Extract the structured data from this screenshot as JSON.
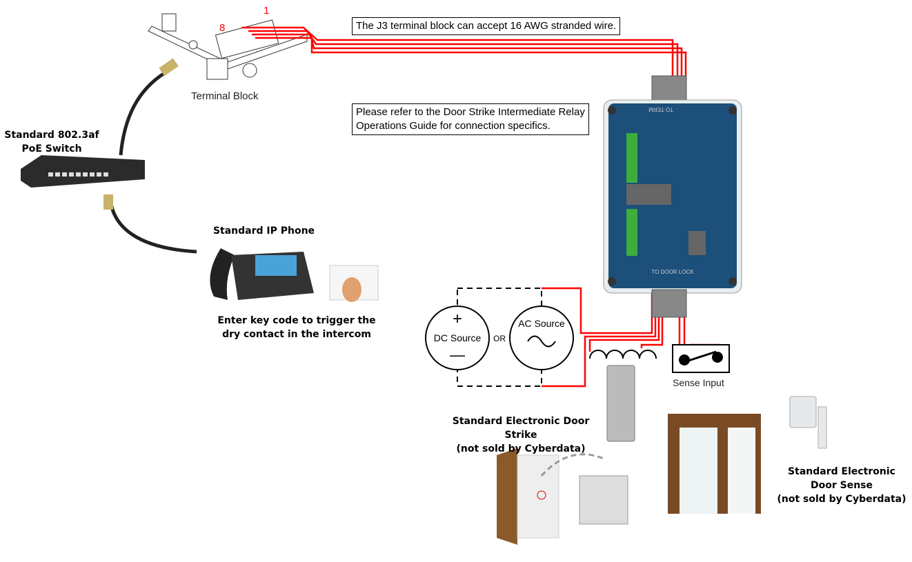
{
  "notes": {
    "j3": "The J3 terminal block can accept 16 AWG stranded wire.",
    "refer_line1": "Please refer to the Door Strike Intermediate Relay",
    "refer_line2": "Operations Guide for connection specifics."
  },
  "terminal_block": {
    "label": "Terminal Block",
    "pin_first": "1",
    "pin_last": "8"
  },
  "poe_switch": {
    "line1": "Standard 802.3af",
    "line2": "PoE Switch"
  },
  "ip_phone": {
    "title": "Standard IP Phone",
    "caption1": "Enter key code to trigger the",
    "caption2": "dry contact in the intercom"
  },
  "power": {
    "dc_label": "DC Source",
    "dc_plus": "+",
    "dc_minus": "—",
    "or_label": "OR",
    "ac_label": "AC Source",
    "ac_symbol": "~"
  },
  "sense_input": "Sense Input",
  "relay_board": {
    "bottom_label": "TO DOOR LOCK",
    "top_label": "TO TERM"
  },
  "door_strike": {
    "line1": "Standard Electronic Door Strike",
    "line2": "(not sold by Cyberdata)"
  },
  "door_sense": {
    "line1": "Standard Electronic",
    "line2": "Door Sense",
    "line3": "(not sold by Cyberdata)"
  },
  "colors": {
    "wire": "#ff0000",
    "board": "#1c4f7a",
    "terminal": "#3cae3c",
    "pin_label": "#ff0000"
  }
}
